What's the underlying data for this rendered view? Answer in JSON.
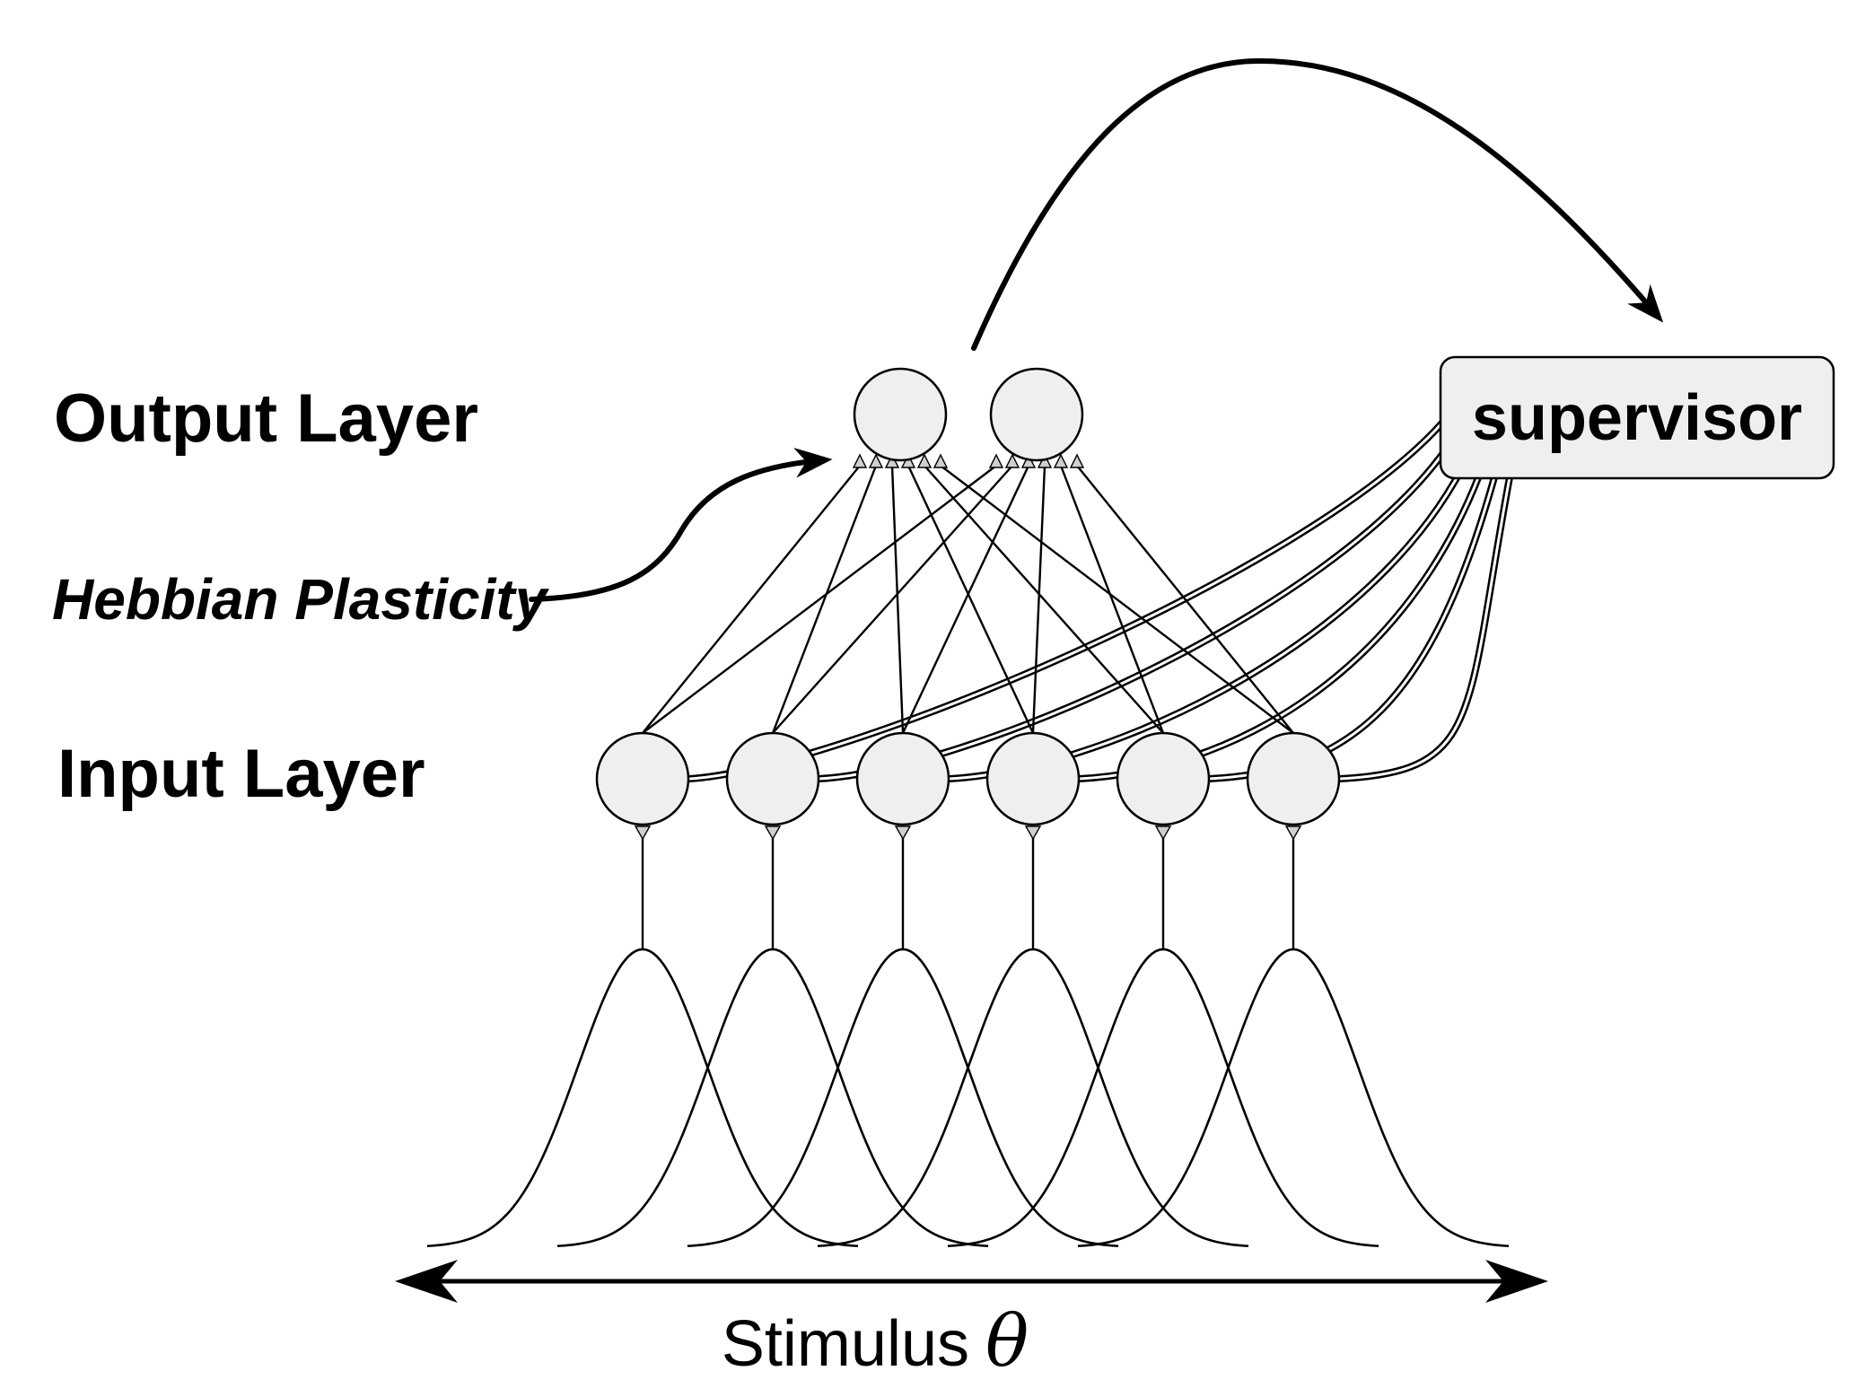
{
  "labels": {
    "output_layer": "Output Layer",
    "hebbian": "Hebbian Plasticity",
    "input_layer": "Input Layer",
    "supervisor": "supervisor",
    "stimulus_text": "Stimulus",
    "stimulus_symbol": "θ"
  },
  "network": {
    "input_neurons": 6,
    "output_neurons": 2,
    "tuning_curves": 6
  },
  "colors": {
    "neuron_fill": "#efefef",
    "stroke": "#000000",
    "background": "#ffffff"
  }
}
